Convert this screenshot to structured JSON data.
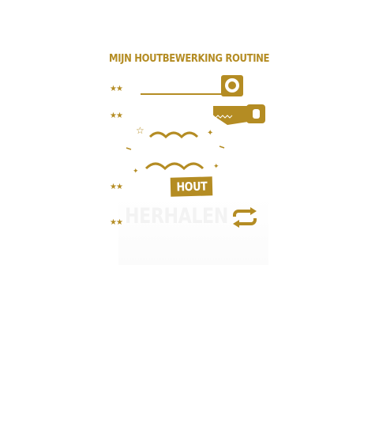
{
  "design": {
    "title": "MIJN HOUTBEWERKING ROUTINE",
    "steps": [
      {
        "stars": "★★",
        "icon": "tape-measure-icon"
      },
      {
        "stars": "★★",
        "icon": "saw-icon"
      },
      {
        "stars": "★★",
        "icon": "wood-plank-icon",
        "label": "HOUT"
      },
      {
        "stars": "★★",
        "icon": "repeat-icon",
        "label": "HERHALEN"
      }
    ],
    "colors": {
      "gold": "#b48c23",
      "light_gray": "#f3f3f3",
      "background": "#ffffff"
    }
  }
}
